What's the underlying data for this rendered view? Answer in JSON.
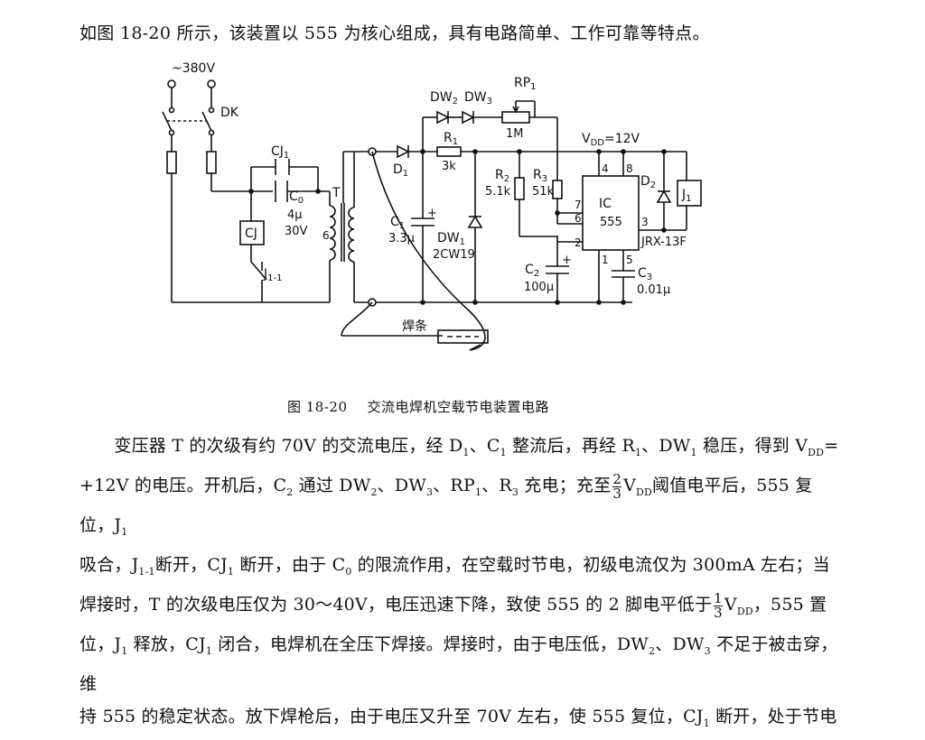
{
  "intro": "如图 18-20 所示，该装置以 555 为核心组成，具有电路简单、工作可靠等特点。",
  "figure": {
    "labels": {
      "supply": "~380V",
      "dk": "DK",
      "cj1": "CJ",
      "cj1_sub": "1",
      "c0": "C",
      "c0_sub": "0",
      "c0_value1": "4μ",
      "c0_value2": "30V",
      "t": "T",
      "six": "6",
      "cj_box": "CJ",
      "j11": "J",
      "j11_sub": "1-1",
      "d1": "D",
      "d1_sub": "1",
      "c1": "C",
      "c1_sub": "1",
      "c1_value": "3.3μ",
      "dw1": "DW",
      "dw1_sub": "1",
      "dw1_type": "2CW19",
      "dw2": "DW",
      "dw2_sub": "2",
      "dw3": "DW",
      "dw3_sub": "3",
      "rp1": "RP",
      "rp1_sub": "1",
      "rp1_value": "1M",
      "r1": "R",
      "r1_sub": "1",
      "r1_value": "3k",
      "r2": "R",
      "r2_sub": "2",
      "r2_value": "5.1k",
      "r3": "R",
      "r3_sub": "3",
      "r3_value": "51k",
      "vdd": "V",
      "vdd_sub": "DD",
      "vdd_value": "=12V",
      "ic": "IC",
      "ic_type": "555",
      "pin4": "4",
      "pin8": "8",
      "pin7": "7",
      "pin6": "6",
      "pin2": "2",
      "pin3": "3",
      "pin1": "1",
      "pin5": "5",
      "d2": "D",
      "d2_sub": "2",
      "j1": "J",
      "j1_sub": "1",
      "relay_type": "JRX-13F",
      "c2": "C",
      "c2_sub": "2",
      "c2_value": "100μ",
      "c3": "C",
      "c3_sub": "3",
      "c3_value": "0.01μ",
      "electrode": "焊条"
    },
    "caption_number": "图 18-20",
    "caption_text": "交流电焊机空载节电装置电路"
  },
  "body": {
    "l1a": "变压器 T 的次级有约 70V 的交流电压，经 D",
    "l1b": "、C",
    "l1c": " 整流后，再经 R",
    "l1d": "、DW",
    "l1e": " 稳压，得到 V",
    "l1f": "=",
    "l2a": "+12V 的电压。开机后，C",
    "l2b": " 通过 DW",
    "l2c": "、DW",
    "l2d": "、RP",
    "l2e": "、R",
    "l2f": " 充电；充至",
    "frac1_num": "2",
    "frac1_den": "3",
    "l2g": "V",
    "l2h": "阈值电平后，555 复位，J",
    "l3a": "吸合，J",
    "l3b": "断开，CJ",
    "l3c": " 断开，由于 C",
    "l3d": " 的限流作用，在空载时节电，初级电流仅为 300mA 左右；当",
    "l4a": "焊接时，T 的次级电压仅为 30～40V，电压迅速下降，致使 555 的 2 脚电平低于",
    "frac2_num": "1",
    "frac2_den": "3",
    "l4b": "V",
    "l4c": "，555 置",
    "l5a": "位，J",
    "l5b": " 释放，CJ",
    "l5c": " 闭合，电焊机在全压下焊接。焊接时，由于电压低，DW",
    "l5d": "、DW",
    "l5e": " 不足于被击穿，维",
    "l6a": "持 555 的稳定状态。放下焊枪后，由于电压又升至 70V 左右，使 555 复位，CJ",
    "l6b": " 断开，处于节电",
    "s1": "1",
    "s2": "2",
    "s3": "3",
    "s11": "1-1",
    "s0": "0",
    "sdd": "DD"
  }
}
